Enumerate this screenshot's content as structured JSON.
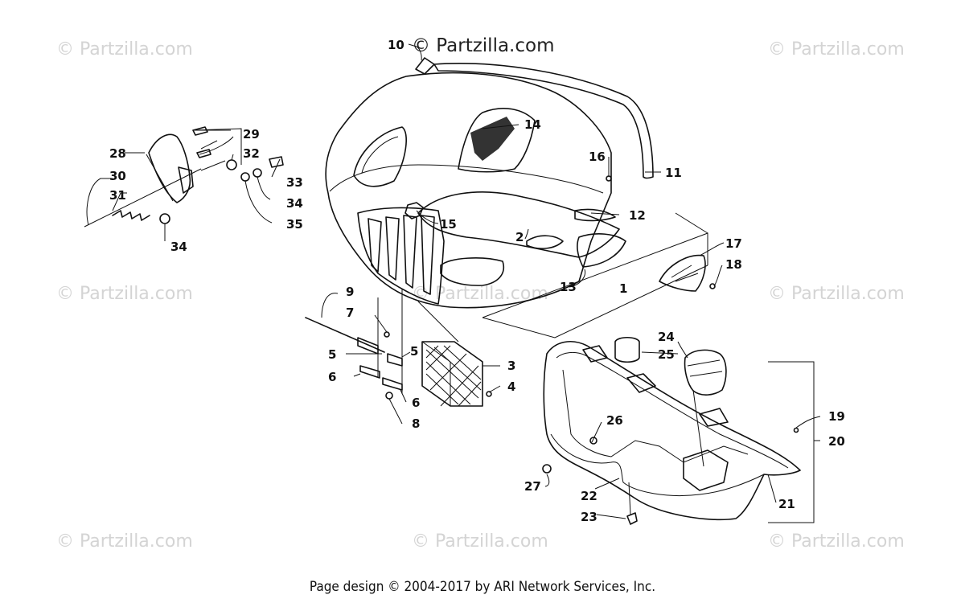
{
  "watermarks": {
    "top_center": "© Partzilla.com",
    "tile": "© Partzilla.com"
  },
  "footer": "Page design © 2004-2017 by ARI Network Services, Inc.",
  "callouts": [
    {
      "id": "c1",
      "label": "1"
    },
    {
      "id": "c2",
      "label": "2"
    },
    {
      "id": "c3",
      "label": "3"
    },
    {
      "id": "c4",
      "label": "4"
    },
    {
      "id": "c5a",
      "label": "5"
    },
    {
      "id": "c5b",
      "label": "5"
    },
    {
      "id": "c6a",
      "label": "6"
    },
    {
      "id": "c6b",
      "label": "6"
    },
    {
      "id": "c7",
      "label": "7"
    },
    {
      "id": "c8",
      "label": "8"
    },
    {
      "id": "c9",
      "label": "9"
    },
    {
      "id": "c10",
      "label": "10"
    },
    {
      "id": "c11",
      "label": "11"
    },
    {
      "id": "c12",
      "label": "12"
    },
    {
      "id": "c13",
      "label": "13"
    },
    {
      "id": "c14",
      "label": "14"
    },
    {
      "id": "c15",
      "label": "15"
    },
    {
      "id": "c16",
      "label": "16"
    },
    {
      "id": "c17",
      "label": "17"
    },
    {
      "id": "c18",
      "label": "18"
    },
    {
      "id": "c19",
      "label": "19"
    },
    {
      "id": "c20",
      "label": "20"
    },
    {
      "id": "c21",
      "label": "21"
    },
    {
      "id": "c22",
      "label": "22"
    },
    {
      "id": "c23",
      "label": "23"
    },
    {
      "id": "c24",
      "label": "24"
    },
    {
      "id": "c25",
      "label": "25"
    },
    {
      "id": "c26",
      "label": "26"
    },
    {
      "id": "c27",
      "label": "27"
    },
    {
      "id": "c28",
      "label": "28"
    },
    {
      "id": "c29",
      "label": "29"
    },
    {
      "id": "c30",
      "label": "30"
    },
    {
      "id": "c31",
      "label": "31"
    },
    {
      "id": "c32",
      "label": "32"
    },
    {
      "id": "c33",
      "label": "33"
    },
    {
      "id": "c34a",
      "label": "34"
    },
    {
      "id": "c34b",
      "label": "34"
    },
    {
      "id": "c35",
      "label": "35"
    }
  ]
}
